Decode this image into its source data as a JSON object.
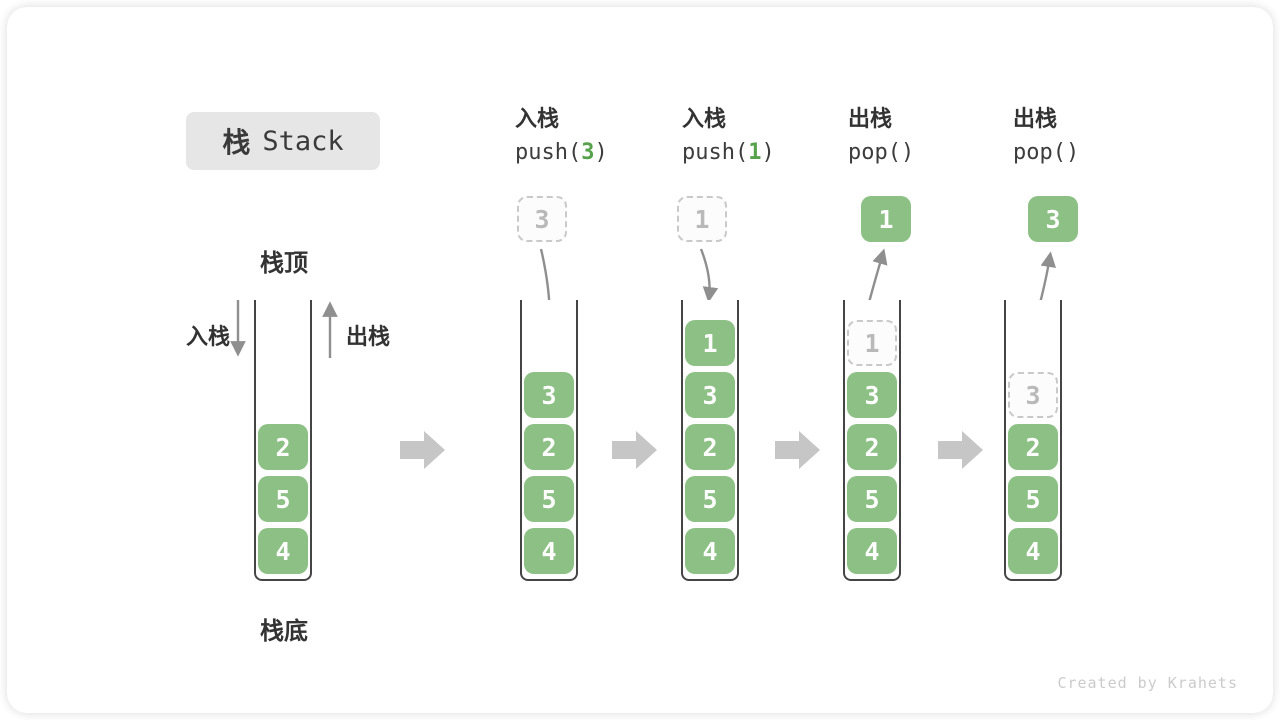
{
  "title": {
    "cn": "栈",
    "en": "Stack"
  },
  "labels": {
    "stack_top": "栈顶",
    "stack_bottom": "栈底",
    "push_side": "入栈",
    "pop_side": "出栈"
  },
  "watermark": "Created by Krahets",
  "colors": {
    "block_green": "#8CC084",
    "code_highlight_green": "#56A24B",
    "step_arrow_gray": "#C6C6C6",
    "line_arrow_gray": "#8F8F8F",
    "title_box_gray": "#E6E6E6"
  },
  "panels": [
    {
      "name": "initial-stack",
      "header": null,
      "floating": null,
      "cells": [
        {
          "value": "2",
          "style": "green",
          "level": 2
        },
        {
          "value": "5",
          "style": "green",
          "level": 3
        },
        {
          "value": "4",
          "style": "green",
          "level": 4
        }
      ]
    },
    {
      "name": "push-3",
      "header": {
        "op": "入栈",
        "code_prefix": "push(",
        "code_arg": "3",
        "code_suffix": ")"
      },
      "floating": {
        "value": "3",
        "style": "dashed"
      },
      "cells": [
        {
          "value": "3",
          "style": "green",
          "level": 1
        },
        {
          "value": "2",
          "style": "green",
          "level": 2
        },
        {
          "value": "5",
          "style": "green",
          "level": 3
        },
        {
          "value": "4",
          "style": "green",
          "level": 4
        }
      ]
    },
    {
      "name": "push-1",
      "header": {
        "op": "入栈",
        "code_prefix": "push(",
        "code_arg": "1",
        "code_suffix": ")"
      },
      "floating": {
        "value": "1",
        "style": "dashed"
      },
      "cells": [
        {
          "value": "1",
          "style": "green",
          "level": 0
        },
        {
          "value": "3",
          "style": "green",
          "level": 1
        },
        {
          "value": "2",
          "style": "green",
          "level": 2
        },
        {
          "value": "5",
          "style": "green",
          "level": 3
        },
        {
          "value": "4",
          "style": "green",
          "level": 4
        }
      ]
    },
    {
      "name": "pop-1",
      "header": {
        "op": "出栈",
        "code_prefix": "pop(",
        "code_arg": "",
        "code_suffix": ")"
      },
      "floating": {
        "value": "1",
        "style": "green"
      },
      "cells": [
        {
          "value": "1",
          "style": "dashed",
          "level": 0
        },
        {
          "value": "3",
          "style": "green",
          "level": 1
        },
        {
          "value": "2",
          "style": "green",
          "level": 2
        },
        {
          "value": "5",
          "style": "green",
          "level": 3
        },
        {
          "value": "4",
          "style": "green",
          "level": 4
        }
      ]
    },
    {
      "name": "pop-3",
      "header": {
        "op": "出栈",
        "code_prefix": "pop(",
        "code_arg": "",
        "code_suffix": ")"
      },
      "floating": {
        "value": "3",
        "style": "green"
      },
      "cells": [
        {
          "value": "3",
          "style": "dashed",
          "level": 1
        },
        {
          "value": "2",
          "style": "green",
          "level": 2
        },
        {
          "value": "5",
          "style": "green",
          "level": 3
        },
        {
          "value": "4",
          "style": "green",
          "level": 4
        }
      ]
    }
  ]
}
